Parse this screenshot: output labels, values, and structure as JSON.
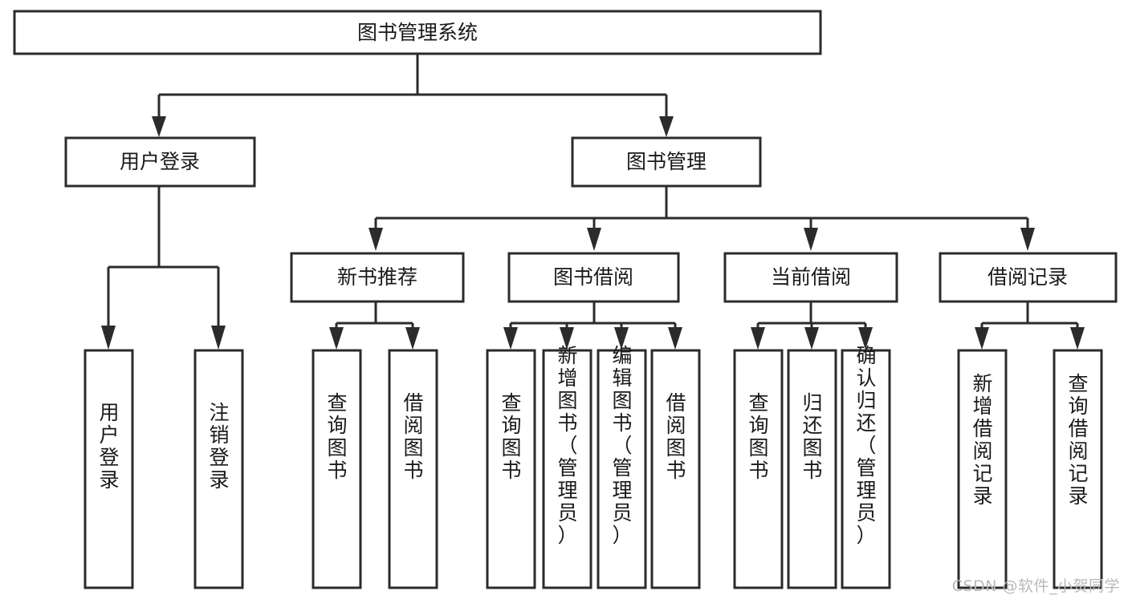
{
  "diagram": {
    "title": "图书管理系统",
    "type": "hierarchy-tree",
    "watermark": "CSDN @软件_小贺同学",
    "colors": {
      "stroke": "#2b2b2b",
      "fill": "#ffffff",
      "text": "#1a1a1a",
      "watermark": "#b9b9b9"
    },
    "levels": {
      "root": {
        "label": "图书管理系统"
      },
      "level2": [
        {
          "label": "用户登录"
        },
        {
          "label": "图书管理"
        }
      ],
      "level3": [
        {
          "label": "新书推荐"
        },
        {
          "label": "图书借阅"
        },
        {
          "label": "当前借阅"
        },
        {
          "label": "借阅记录"
        }
      ],
      "leaves_user_login": [
        {
          "label": "用户登录"
        },
        {
          "label": "注销登录"
        }
      ],
      "leaves_new_book": [
        {
          "label": "查询图书"
        },
        {
          "label": "借阅图书"
        }
      ],
      "leaves_borrow": [
        {
          "label": "查询图书"
        },
        {
          "label": "新增图书（管理员）"
        },
        {
          "label": "编辑图书（管理员）"
        },
        {
          "label": "借阅图书"
        }
      ],
      "leaves_current": [
        {
          "label": "查询图书"
        },
        {
          "label": "归还图书"
        },
        {
          "label": "确认归还（管理员）"
        }
      ],
      "leaves_record": [
        {
          "label": "新增借阅记录"
        },
        {
          "label": "查询借阅记录"
        }
      ]
    }
  }
}
